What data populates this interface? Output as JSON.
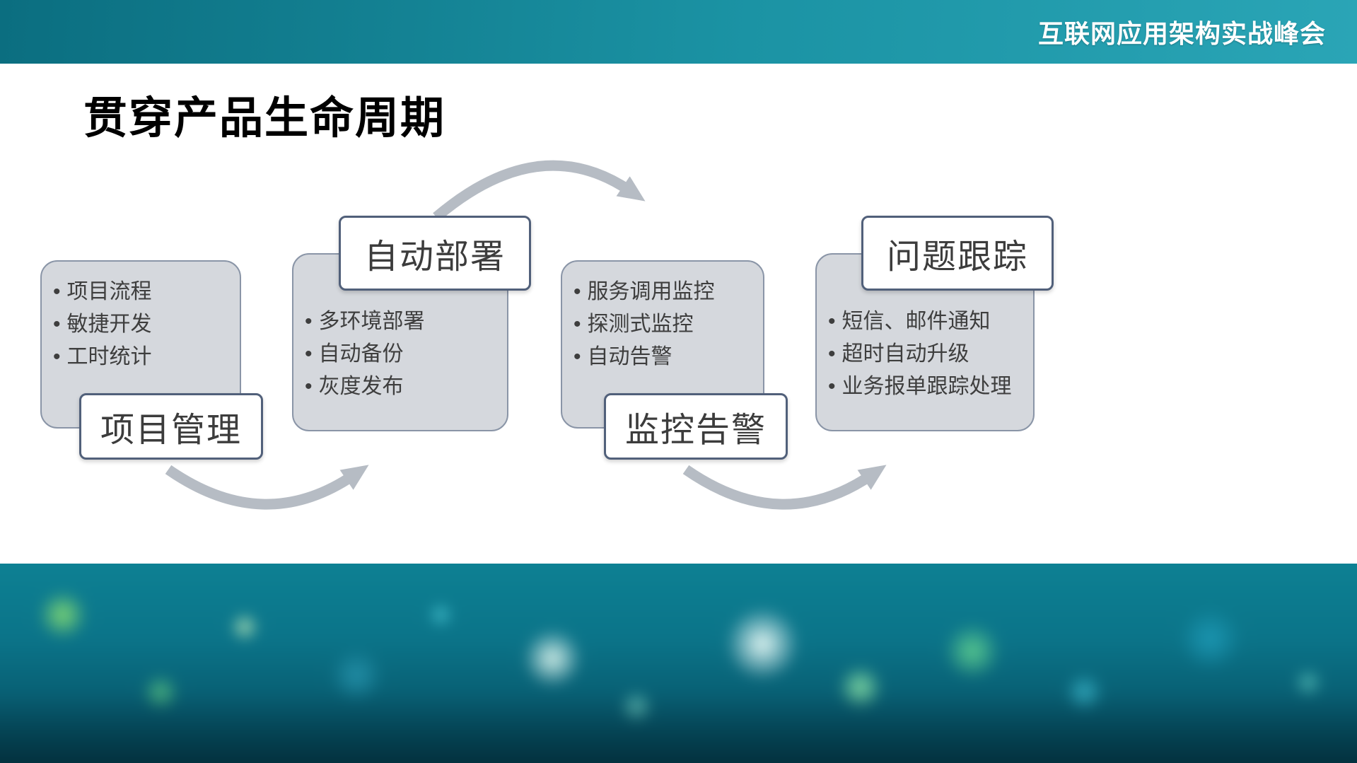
{
  "header": {
    "conference_title": "互联网应用架构实战峰会"
  },
  "slide": {
    "title": "贯穿产品生命周期"
  },
  "stages": [
    {
      "label": "项目管理",
      "label_position": "bottom",
      "bullets": [
        "项目流程",
        "敏捷开发",
        "工时统计"
      ]
    },
    {
      "label": "自动部署",
      "label_position": "top",
      "bullets": [
        "多环境部署",
        "自动备份",
        "灰度发布"
      ]
    },
    {
      "label": "监控告警",
      "label_position": "bottom",
      "bullets": [
        "服务调用监控",
        "探测式监控",
        "自动告警"
      ]
    },
    {
      "label": "问题跟踪",
      "label_position": "top",
      "bullets": [
        "短信、邮件通知",
        "超时自动升级",
        "业务报单跟踪处理"
      ]
    }
  ],
  "colors": {
    "header_gradient_start": "#0b6e80",
    "header_gradient_mid": "#1b93a4",
    "header_gradient_end": "#2aa5b6",
    "box_fill": "#d5d8dd",
    "box_border": "#8a95a7",
    "label_border": "#51607a",
    "arrow": "#b6bcc4",
    "bullet_text": "#3e3e3e",
    "label_text": "#3c3c3c"
  }
}
